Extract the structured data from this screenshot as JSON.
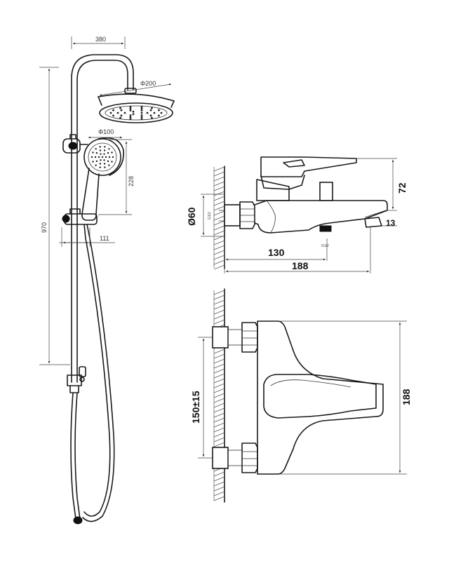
{
  "dimensions": {
    "top_arm_width": "380",
    "head_diameter": "Φ200",
    "hand_diameter": "Φ100",
    "hand_to_holder": "228",
    "total_height": "970",
    "holder_offset": "111",
    "inlet_diameter": "Ø60",
    "spout_height": "72",
    "spout_lip": "13",
    "spout_reach": "130",
    "body_length": "188",
    "center_distance": "150±15",
    "body_height": "188",
    "inlet_thread": "G1/2",
    "outlet_thread": "G1/2"
  }
}
